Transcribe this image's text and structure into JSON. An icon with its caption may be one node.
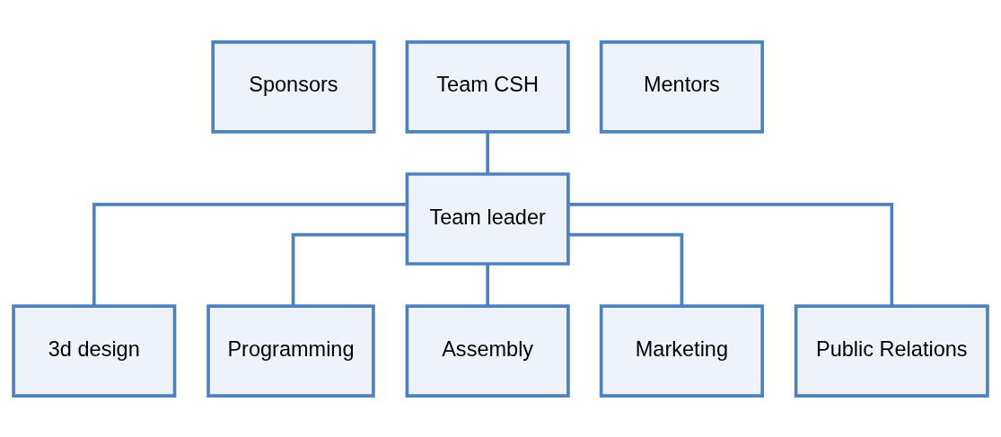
{
  "diagram": {
    "nodes": [
      {
        "text": [
          "Sponsors"
        ]
      },
      {
        "text": [
          "Team CSH"
        ]
      },
      {
        "text": [
          "Mentors"
        ]
      },
      {
        "text": [
          "Team leader"
        ]
      },
      {
        "text": [
          "3d design"
        ]
      },
      {
        "text": [
          "Programming"
        ]
      },
      {
        "text": [
          "Assembly"
        ]
      },
      {
        "text": [
          "Marketing"
        ]
      },
      {
        "text": [
          "Public Relations"
        ]
      }
    ],
    "edges": [
      {
        "from": 1,
        "to": 3,
        "arrow": "none"
      },
      {
        "from": 3,
        "to": 4,
        "arrow": "none"
      },
      {
        "from": 3,
        "to": 5,
        "arrow": "none"
      },
      {
        "from": 3,
        "to": 6,
        "arrow": "none"
      },
      {
        "from": 3,
        "to": 7,
        "arrow": "none"
      },
      {
        "from": 3,
        "to": 8,
        "arrow": "none"
      }
    ]
  }
}
